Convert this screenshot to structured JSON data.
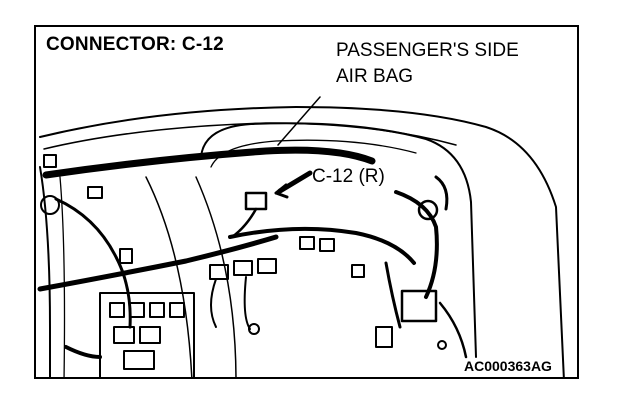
{
  "diagram": {
    "title": "CONNECTOR: C-12",
    "component_label_line1": "PASSENGER'S SIDE",
    "component_label_line2": "AIR BAG",
    "connector_callout": "C-12 (R)",
    "figure_code": "AC000363AG"
  },
  "colors": {
    "ink": "#000000",
    "paper": "#ffffff"
  },
  "icons": {
    "pointer": "arrow-left-icon",
    "wiring": "wiring-harness-illustration"
  }
}
